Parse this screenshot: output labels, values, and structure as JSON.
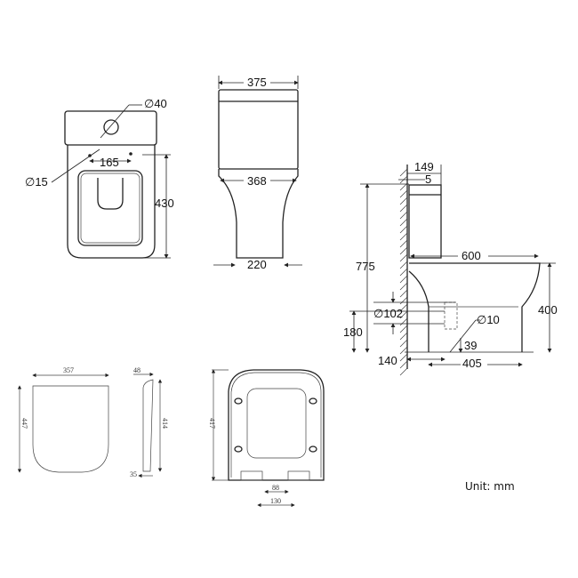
{
  "top_view": {
    "hole_diameter": "∅40",
    "hole_spacing": "165",
    "fixing_hole_diameter": "∅15",
    "bowl_length": "430"
  },
  "front_view": {
    "cistern_width": "375",
    "bowl_width": "368",
    "base_width": "220"
  },
  "side_view": {
    "cistern_depth": "149",
    "wall_gap": "5",
    "total_height": "775",
    "projection": "600",
    "seat_height": "400",
    "outlet_diameter": "∅102",
    "fixing_diameter": "∅10",
    "outlet_height": "180",
    "fixing_height": "39",
    "wall_to_outlet": "140",
    "outlet_to_fixing": "405"
  },
  "seat_top": {
    "width": "357",
    "length": "447"
  },
  "seat_side": {
    "top_thickness": "48",
    "length": "414",
    "bottom_thickness": "35"
  },
  "seat_bottom": {
    "length": "417",
    "hinge_inner": "88",
    "hinge_outer": "130"
  },
  "unit_label": "Unit: mm"
}
